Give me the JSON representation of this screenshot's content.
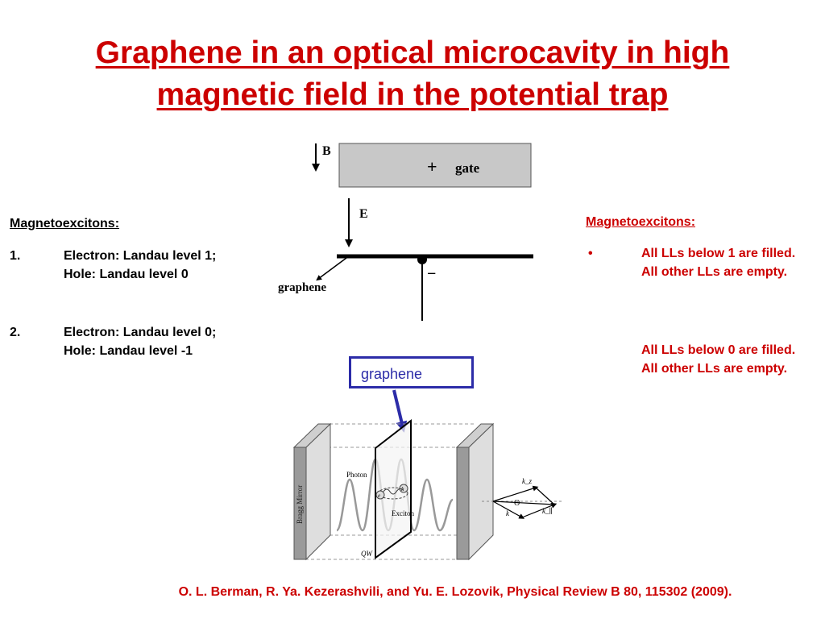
{
  "title": {
    "line1": "Graphene in an optical microcavity in high",
    "line2": "magnetic field in the potential trap"
  },
  "left": {
    "heading": "Magnetoexcitons:",
    "items": [
      {
        "number": "1.",
        "line1": "Electron: Landau level 1;",
        "line2": "Hole: Landau level 0"
      },
      {
        "number": "2.",
        "line1": "Electron: Landau level 0;",
        "line2": "Hole: Landau level -1"
      }
    ]
  },
  "right": {
    "heading": "Magnetoexcitons:",
    "bullet": "•",
    "items": [
      "All LLs below 1 are filled. All other LLs are empty.",
      "All LLs below 0 are filled. All other LLs are empty."
    ]
  },
  "top_figure": {
    "b_label": "B",
    "plus_label": "+",
    "gate_label": "gate",
    "e_label": "E",
    "minus_label": "−",
    "graphene_label": "graphene",
    "gate_color": "#c8c8c8"
  },
  "callout": {
    "label": "graphene",
    "color": "#2c2ca8"
  },
  "cavity_figure": {
    "mirror_label": "Bragg Mirror",
    "photon_label": "Photon",
    "exciton_label": "Exciton",
    "qw_label": "QW",
    "electron_label": "e",
    "hole_label": "h",
    "kz_label": "k_z",
    "theta_label": "Θ",
    "k_label": "k",
    "kpar_label": "k_∥"
  },
  "citation": "O. L. Berman, R. Ya. Kezerashvili, and Yu. E. Lozovik, Physical Review B 80, 115302 (2009).",
  "colors": {
    "accent": "#cc0000",
    "text": "#000000",
    "callout": "#2c2ca8"
  }
}
